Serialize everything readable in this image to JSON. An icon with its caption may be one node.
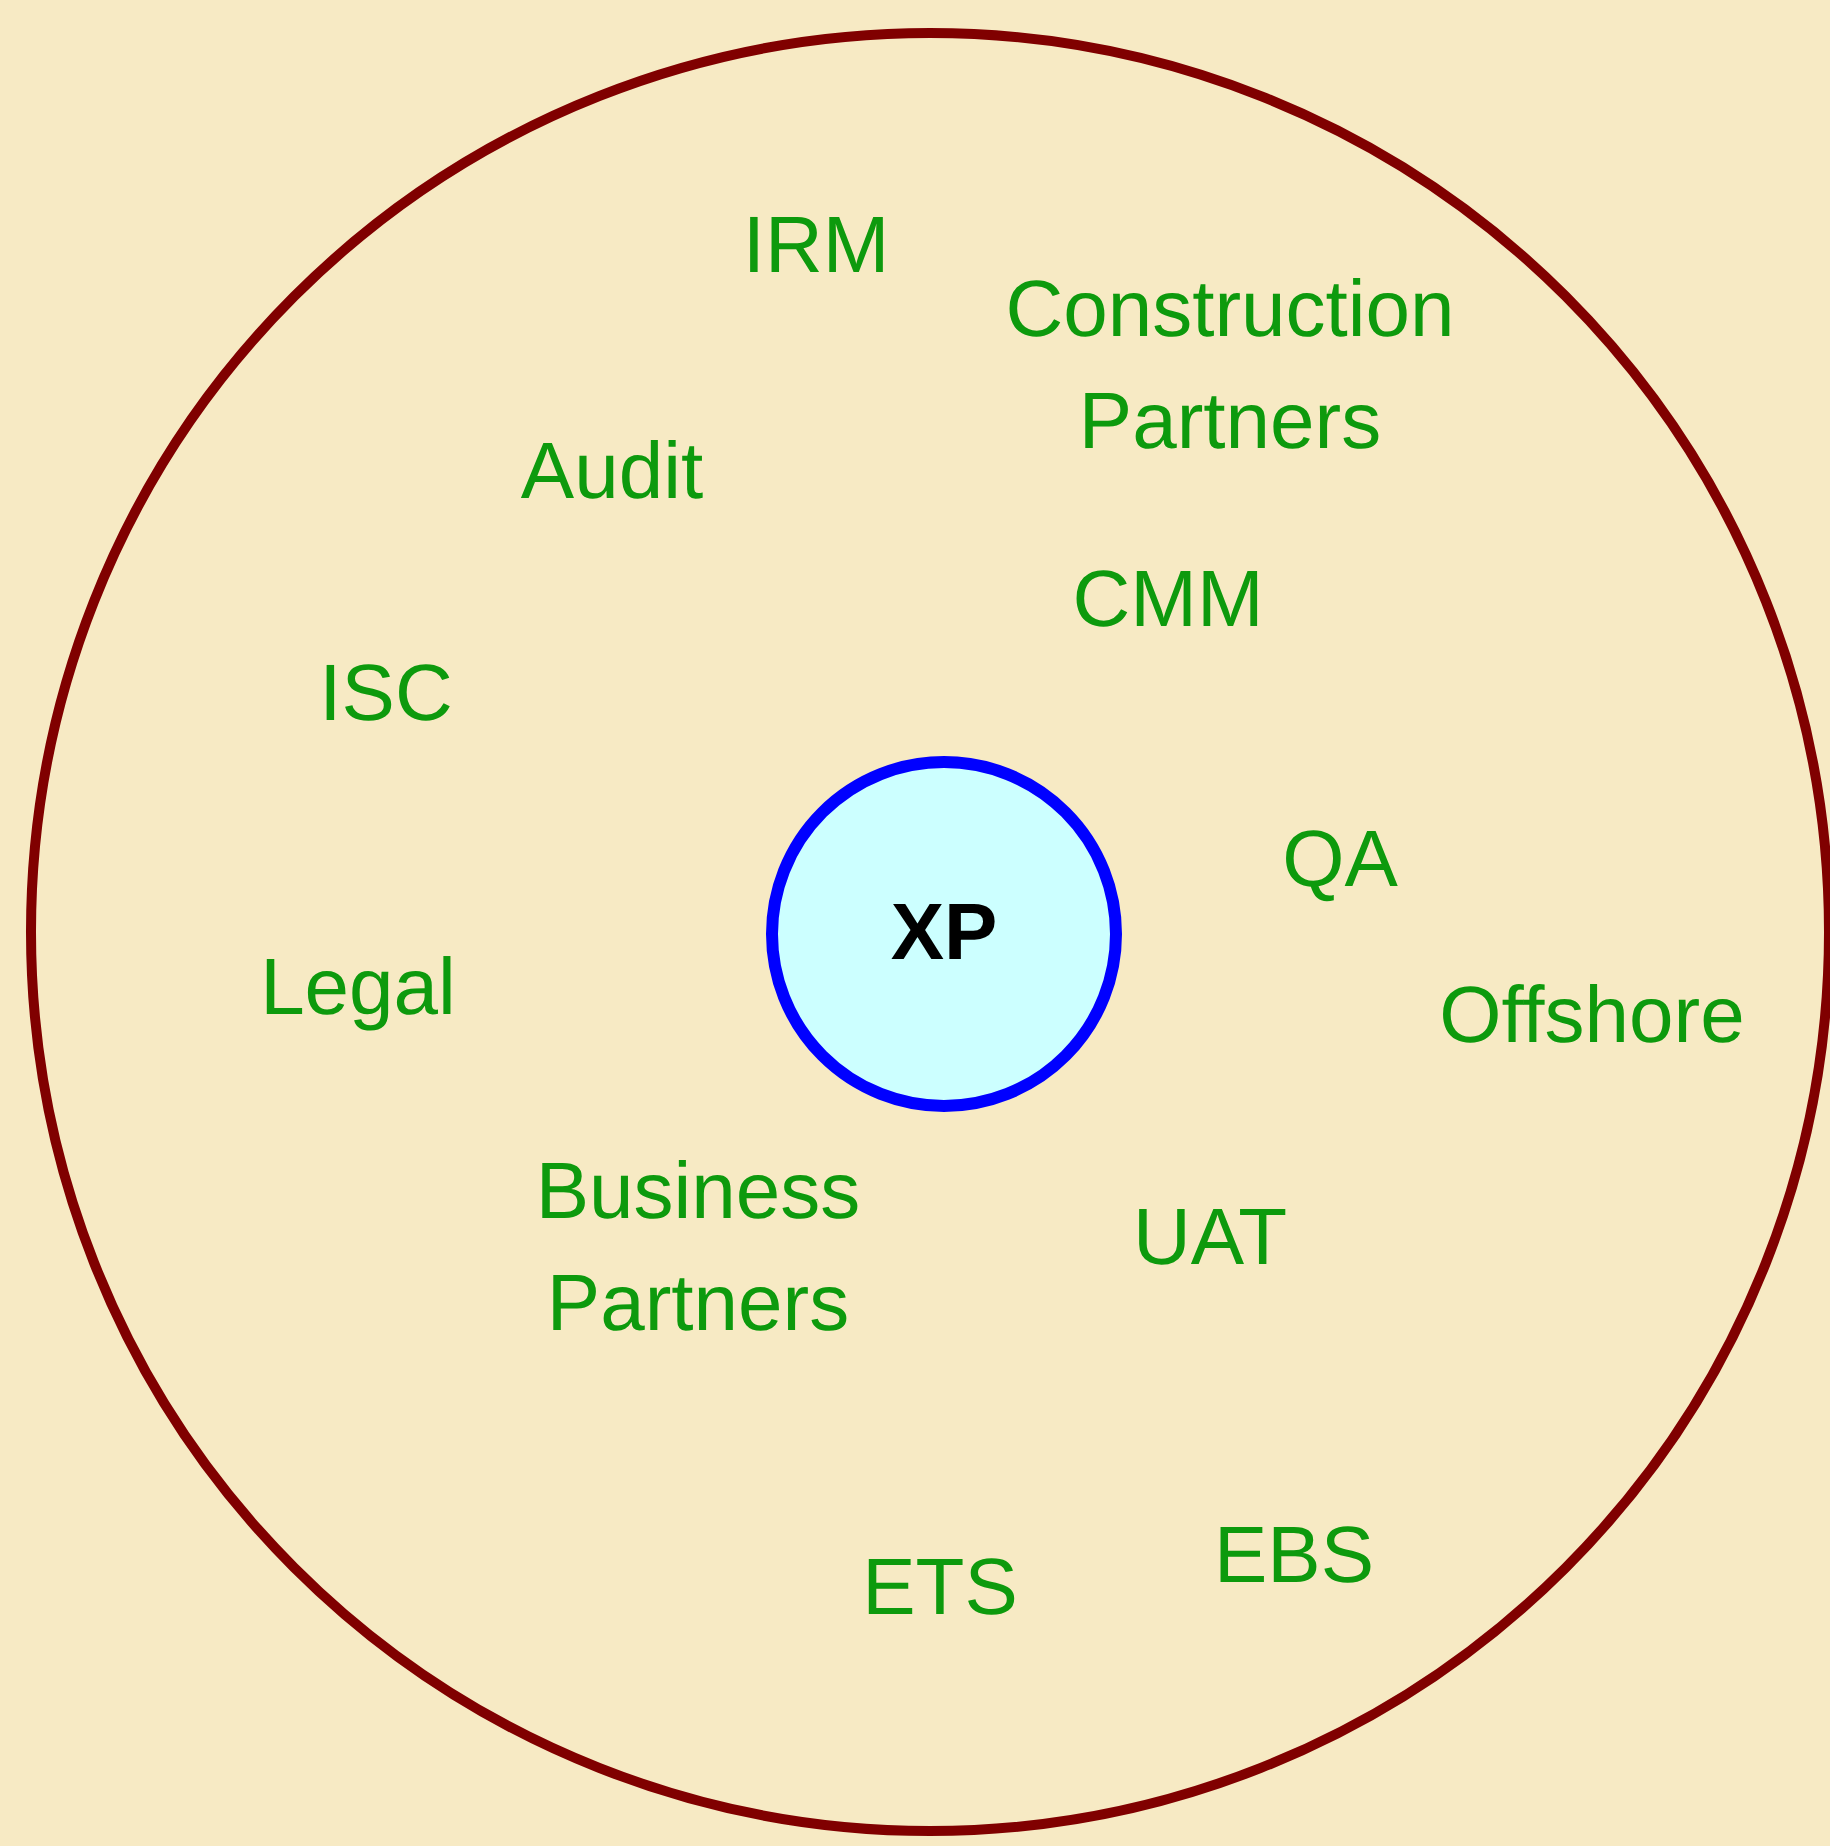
{
  "diagram": {
    "nodes": [
      {
        "text": [],
        "shape": "circle"
      },
      {
        "text": [
          "XP"
        ],
        "in": 0
      }
    ],
    "labels": [
      "IRM",
      "Construction Partners",
      "Audit",
      "CMM",
      "ISC",
      "QA",
      "Legal",
      "Offshore",
      "Business Partners",
      "UAT",
      "ETS",
      "EBS"
    ]
  }
}
